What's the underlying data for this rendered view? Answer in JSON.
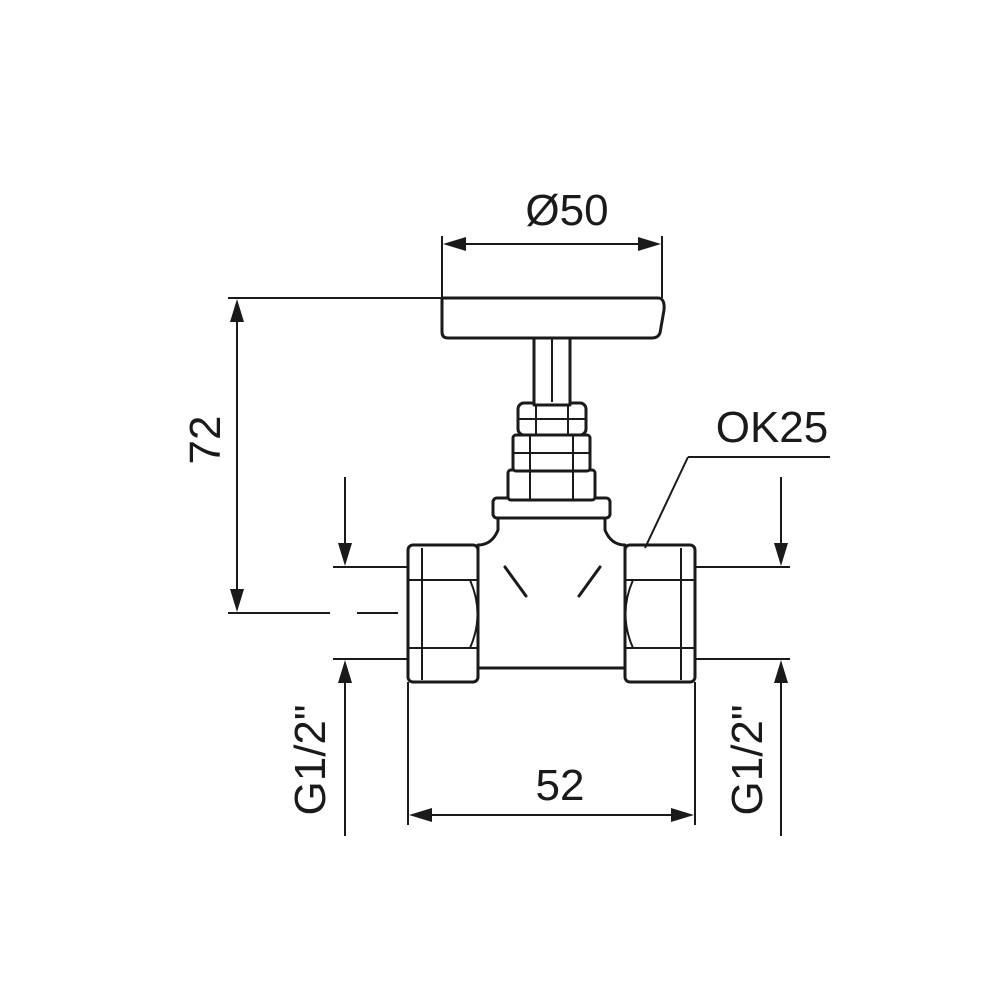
{
  "drawing": {
    "line_color": "#1a1a1a",
    "background": "#ffffff",
    "dimensions": {
      "handwheel_diameter": "Ø50",
      "overall_height": "72",
      "wrench_size": "OK25",
      "thread_left": "G1/2\"",
      "thread_right": "G1/2\"",
      "overall_length": "52"
    }
  }
}
